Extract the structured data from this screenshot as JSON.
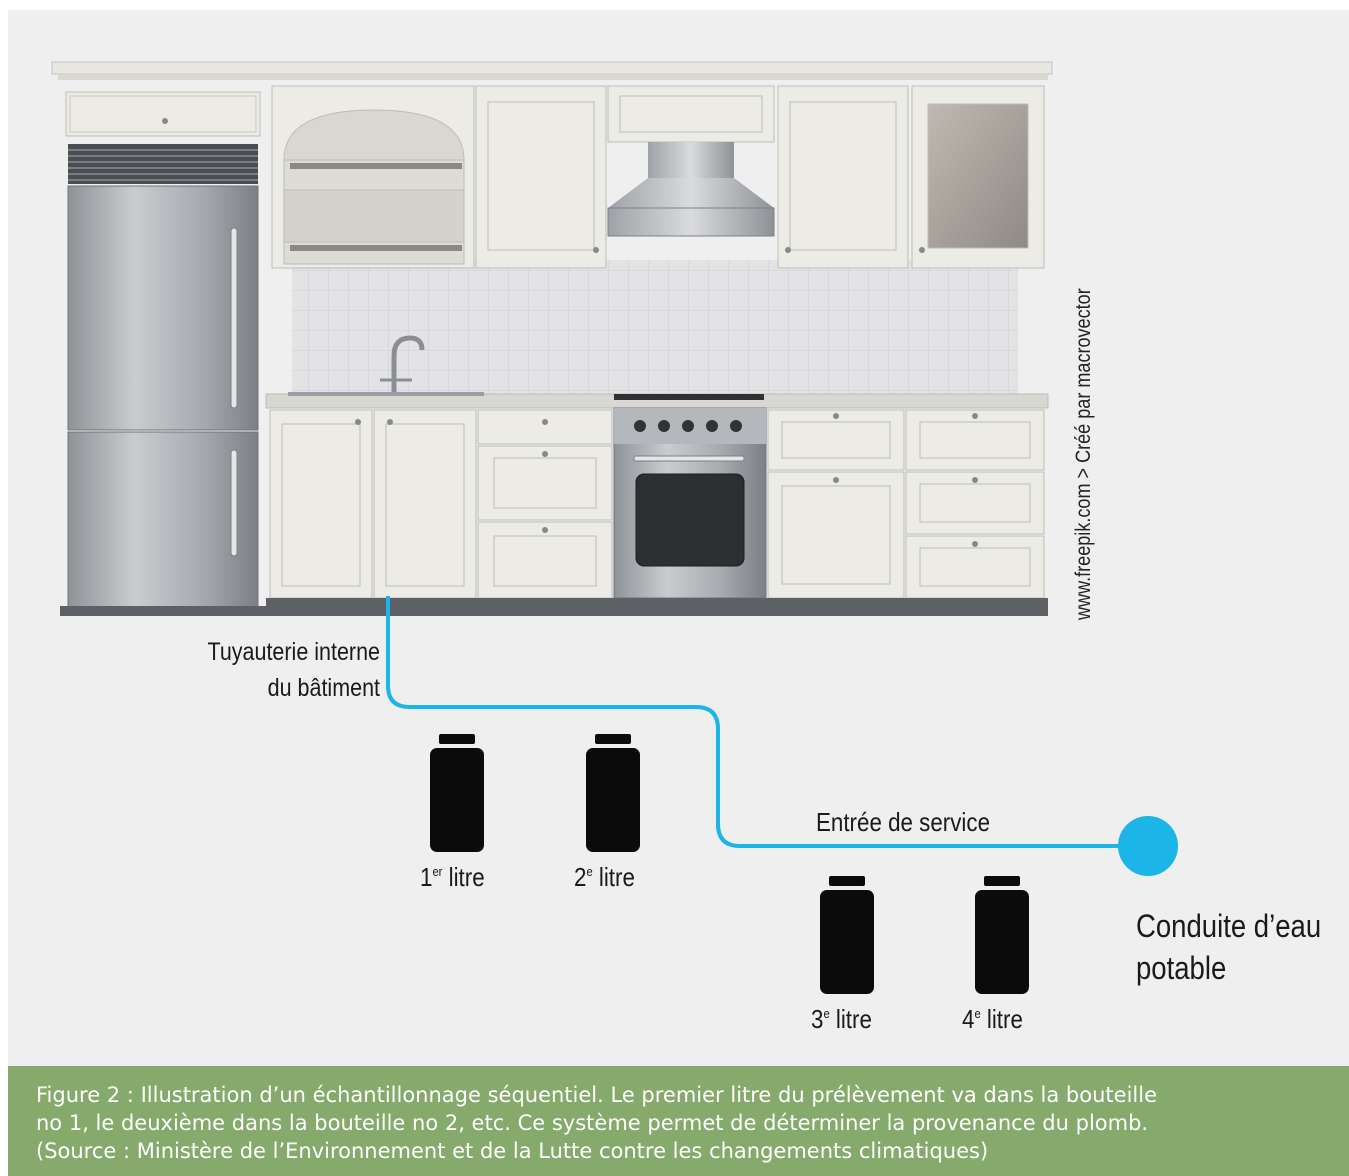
{
  "labels": {
    "pipe_line1": "Tuyauterie interne",
    "pipe_line2": "du bâtiment",
    "service": "Entrée de service",
    "main_line1": "Conduite d’eau",
    "main_line2": "potable",
    "credit": "www.freepik.com > Créé par macrovector"
  },
  "bottles": [
    {
      "num": "1",
      "sup": "er",
      "word": " litre"
    },
    {
      "num": "2",
      "sup": "e",
      "word": " litre"
    },
    {
      "num": "3",
      "sup": "e",
      "word": " litre"
    },
    {
      "num": "4",
      "sup": "e",
      "word": " litre"
    }
  ],
  "caption": {
    "line1": "Figure 2 : Illustration d’un échantillonnage séquentiel. Le premier litre du prélèvement va dans la bouteille",
    "line2": "no 1, le deuxième dans la bouteille no 2, etc. Ce système permet de déterminer la provenance du plomb.",
    "line3": "(Source : Ministère de l’Environnement et de la Lutte contre les changements climatiques)"
  },
  "colors": {
    "pipe": "#1cb5e8",
    "caption_bg": "#86a96c",
    "figure_bg": "#efefef",
    "bottle": "#0b0b0b",
    "cabinet": "#ecebe6"
  }
}
